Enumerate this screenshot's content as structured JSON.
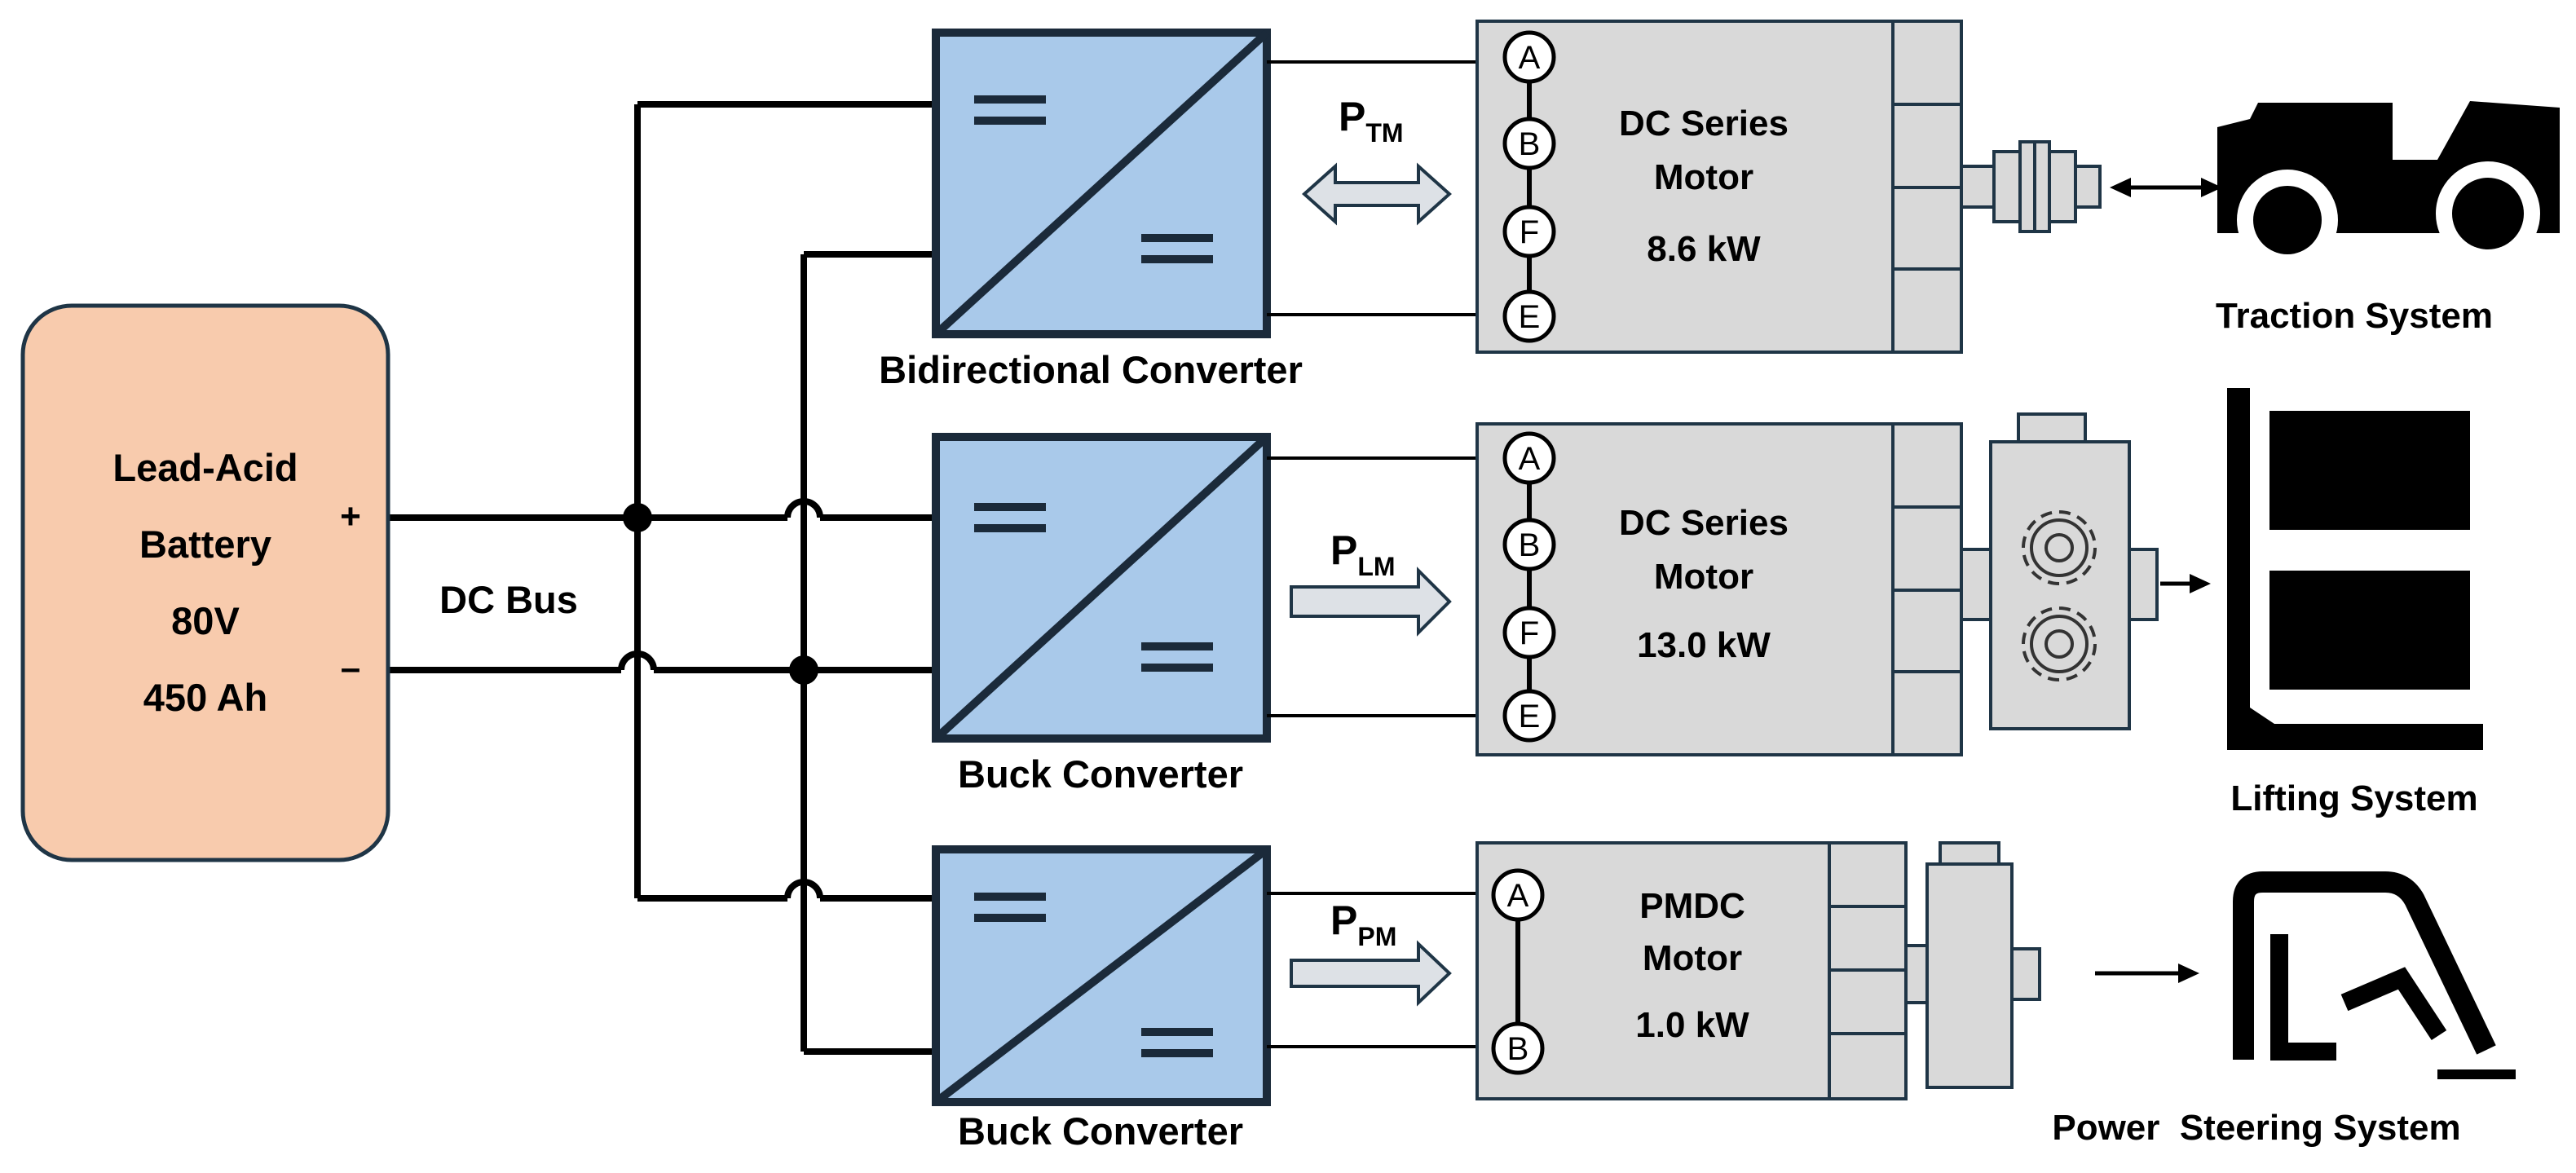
{
  "battery": {
    "lines": [
      "Lead-Acid",
      "Battery",
      "80V",
      "450 Ah"
    ],
    "plus": "+",
    "minus": "–",
    "fill_color": "#f8cbad"
  },
  "bus_label": "DC Bus",
  "converters": [
    {
      "label": "Bidirectional Converter"
    },
    {
      "label": "Buck Converter"
    },
    {
      "label": "Buck Converter"
    }
  ],
  "power_flows": [
    {
      "main": "P",
      "sub": "TM",
      "direction": "bidirectional"
    },
    {
      "main": "P",
      "sub": "LM",
      "direction": "forward"
    },
    {
      "main": "P",
      "sub": "PM",
      "direction": "forward"
    }
  ],
  "motors": [
    {
      "name_lines": [
        "DC Series",
        "Motor"
      ],
      "rating": "8.6 kW",
      "terminals": [
        "A",
        "B",
        "F",
        "E"
      ]
    },
    {
      "name_lines": [
        "DC Series",
        "Motor"
      ],
      "rating": "13.0 kW",
      "terminals": [
        "A",
        "B",
        "F",
        "E"
      ]
    },
    {
      "name_lines": [
        "PMDC",
        "Motor"
      ],
      "rating": "1.0 kW",
      "terminals": [
        "A",
        "B"
      ]
    }
  ],
  "systems": [
    {
      "label": "Traction System",
      "icon": "vehicle-icon"
    },
    {
      "label": "Lifting System",
      "icon": "forklift-mast-icon"
    },
    {
      "label": "Power  Steering System",
      "icon": "steering-seat-icon"
    }
  ],
  "colors": {
    "converter_fill": "#a9c9ea",
    "converter_stroke": "#1b2a3a",
    "motor_fill": "#d9d9d9",
    "motor_stroke": "#1f3546",
    "battery_fill": "#f8cbad"
  }
}
